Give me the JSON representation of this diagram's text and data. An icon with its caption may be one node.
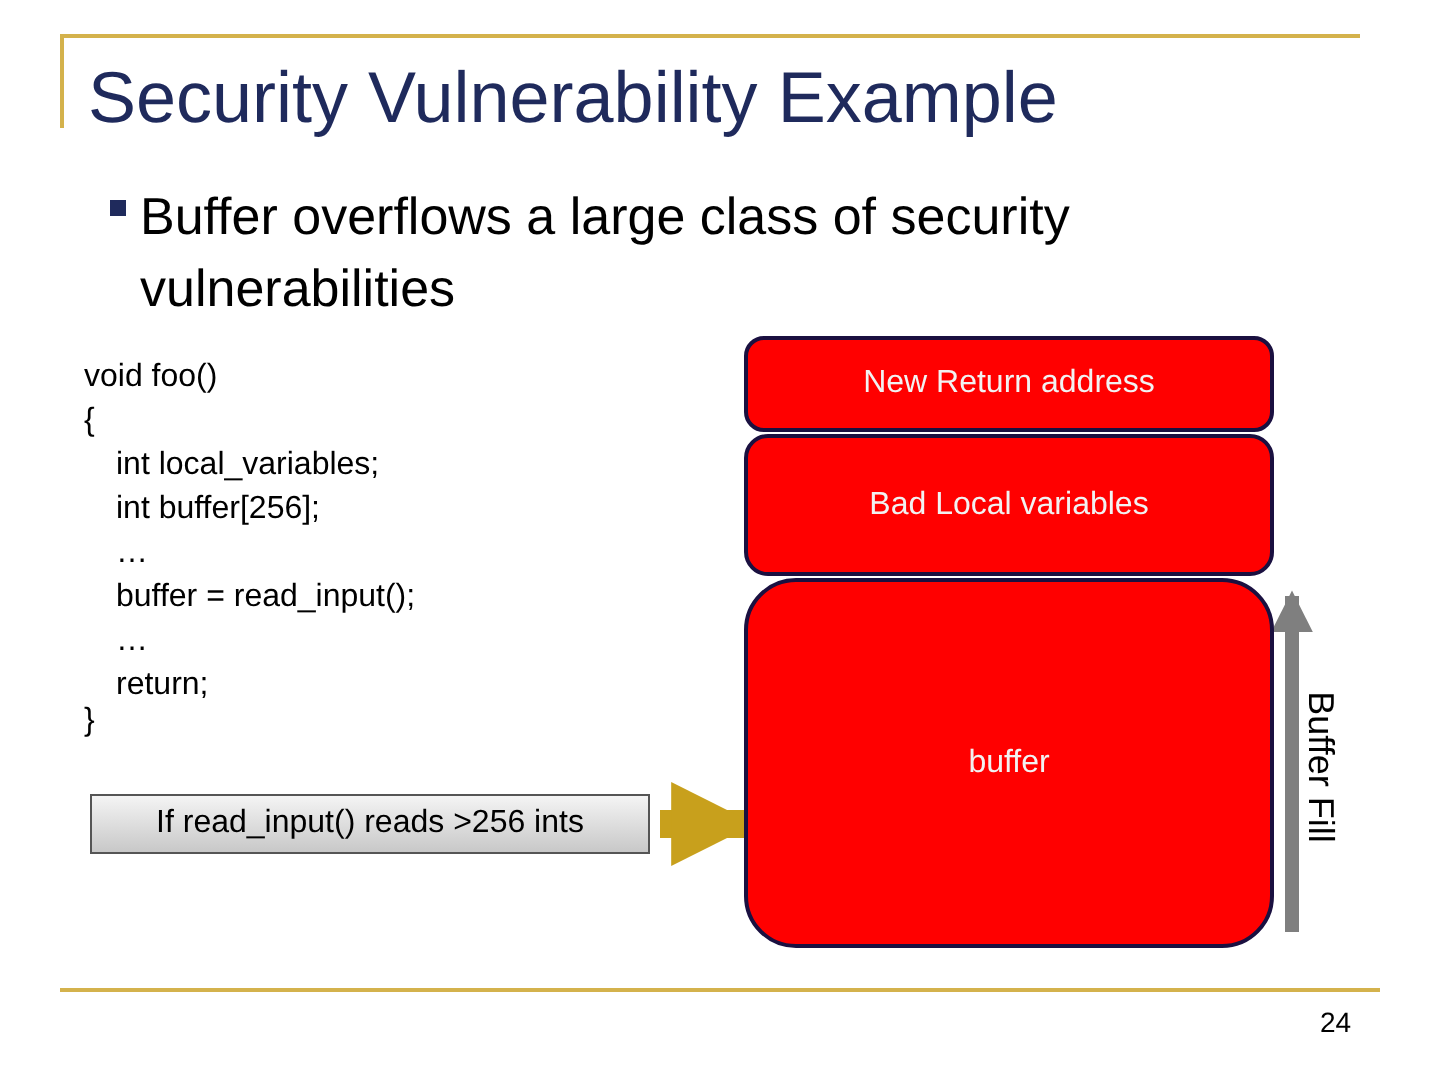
{
  "diagram": {
    "title": "Security Vulnerability Example",
    "nodes": [
      {
        "text": [
          "New Return address"
        ]
      },
      {
        "text": [
          "Bad Local variables"
        ]
      },
      {
        "text": [
          "buffer"
        ]
      },
      {
        "text": [
          "If read_input() reads >256 ints"
        ]
      }
    ],
    "edges": [
      {
        "from": 3,
        "to": 2,
        "arrow": "to"
      }
    ],
    "labels": [
      "Buffer overflows a large class of security vulnerabilities",
      "void foo()",
      "{",
      "int local_variables;",
      "int buffer[256];",
      "…",
      "buffer = read_input();",
      "…",
      "return;",
      "}",
      "Buffer Fill",
      "24"
    ]
  }
}
